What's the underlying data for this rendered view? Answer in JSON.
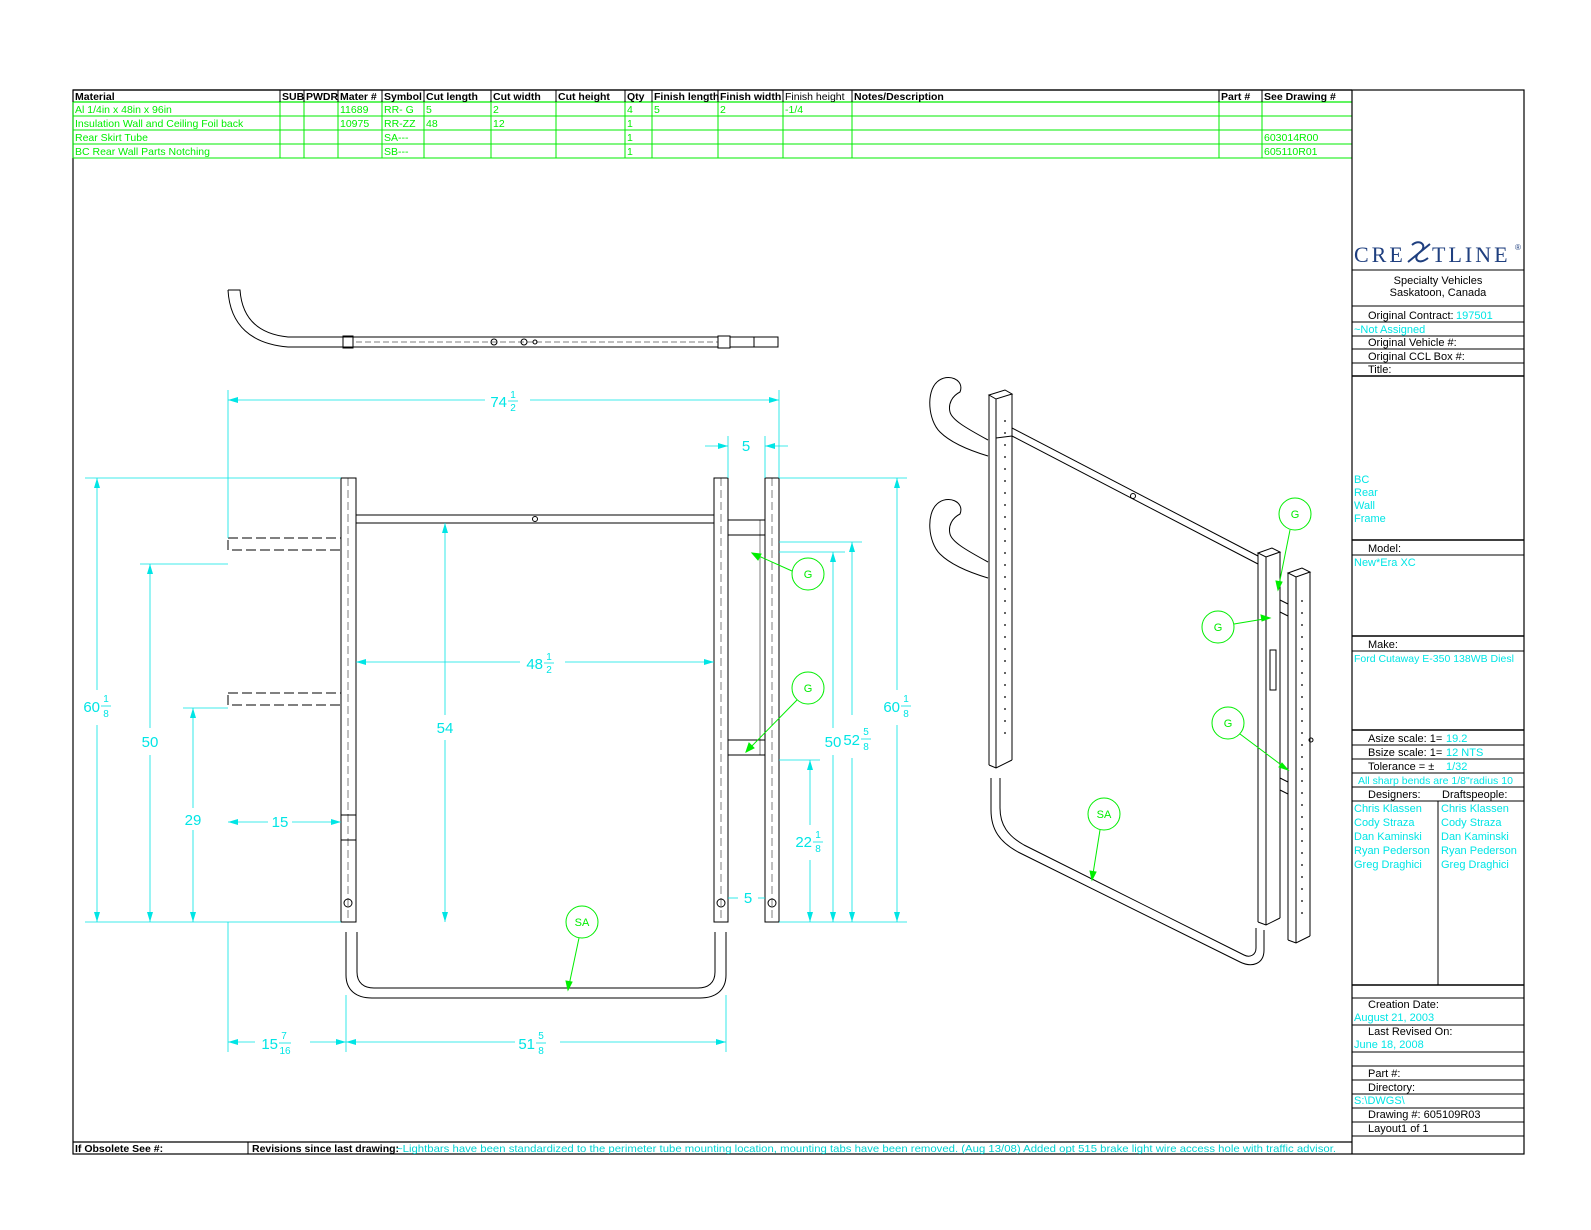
{
  "colors": {
    "line": "#000000",
    "dim": "#00e5e5",
    "green": "#00ee00",
    "cyan": "#00d0d0"
  },
  "bom": {
    "headers": [
      "Material",
      "SUB",
      "PWDR",
      "Mater #",
      "Symbol",
      "Cut length",
      "Cut width",
      "Cut height",
      "Qty",
      "Finish length",
      "Finish width",
      "Finish height",
      "Notes/Description",
      "Part #",
      "See Drawing #"
    ],
    "rows": [
      [
        "Al 1/4in x 48in x 96in",
        "",
        "",
        "11689",
        "RR- G",
        "5",
        "2",
        "",
        "4",
        "5",
        "2",
        "-1/4",
        "",
        "",
        ""
      ],
      [
        "Insulation Wall and Ceiling Foil back",
        "",
        "",
        "10975",
        "RR-ZZ",
        "48",
        "12",
        "",
        "1",
        "",
        "",
        "",
        "",
        "",
        ""
      ],
      [
        "Rear Skirt Tube",
        "",
        "",
        "",
        "SA---",
        "",
        "",
        "",
        "1",
        "",
        "",
        "",
        "",
        "",
        "603014R00"
      ],
      [
        "BC Rear Wall Parts Notching",
        "",
        "",
        "",
        "SB---",
        "",
        "",
        "",
        "1",
        "",
        "",
        "",
        "",
        "",
        "605110R01"
      ]
    ]
  },
  "title_block": {
    "logo_left": "CRE",
    "logo_right": "TLINE",
    "logo_reg": "®",
    "company_line1": "Specialty Vehicles",
    "company_line2": "Saskatoon, Canada",
    "original_contract_label": "Original Contract:",
    "original_contract_value": "197501",
    "not_assigned": "~Not Assigned",
    "original_vehicle_label": "Original Vehicle #:",
    "original_ccl_label": "Original CCL Box #:",
    "title_label": "Title:",
    "title_lines": [
      "BC",
      "Rear",
      "Wall",
      "Frame"
    ],
    "model_label": "Model:",
    "model_value": "New*Era XC",
    "make_label": "Make:",
    "make_value": "Ford Cutaway E-350 138WB Diesl",
    "asize_label": "Asize scale:  1=",
    "asize_value": "19.2",
    "bsize_label": "Bsize scale:  1=",
    "bsize_value": "12 NTS",
    "tolerance_label": "Tolerance = ±",
    "tolerance_value": "1/32",
    "sharp_bends": "All sharp bends are 1/8\"radius 10",
    "designers_label": "Designers:",
    "draftspeople_label": "Draftspeople:",
    "designers": [
      "Chris Klassen",
      "Cody Straza",
      "Dan Kaminski",
      "Ryan Pederson",
      "Greg Draghici"
    ],
    "draftspeople": [
      "Chris Klassen",
      "Cody Straza",
      "Dan Kaminski",
      "Ryan Pederson",
      "Greg Draghici"
    ],
    "creation_label": "Creation Date:",
    "creation_value": "August 21, 2003",
    "revised_label": "Last Revised On:",
    "revised_value": "June 18, 2008",
    "part_label": "Part #:",
    "directory_label": "Directory:",
    "directory_value": "S:\\DWGS\\",
    "drawing_label": "Drawing #: 605109R03",
    "layout_label": "Layout1 of 1"
  },
  "footer": {
    "obsolete_label": "If Obsolete See #:",
    "revisions_label": "Revisions since last drawing:",
    "revisions_text": "~Lightbars have been standardized to the perimeter tube mounting location, mounting tabs have been removed. (Aug 13/08) Added opt 515 brake light wire access hole with traffic advisor."
  },
  "dimensions": {
    "overall_width": "74",
    "overall_width_frac": [
      "1",
      "2"
    ],
    "top_right_gap": "5",
    "inner_width": "48",
    "inner_width_frac": [
      "1",
      "2"
    ],
    "left_height": "60",
    "left_height_frac": [
      "1",
      "8"
    ],
    "left_50": "50",
    "left_29": "29",
    "left_15": "15",
    "center_54": "54",
    "right_50": "50",
    "right_52": "52",
    "right_52_frac": [
      "5",
      "8"
    ],
    "right_height": "60",
    "right_height_frac": [
      "1",
      "8"
    ],
    "right_22": "22",
    "right_22_frac": [
      "1",
      "8"
    ],
    "bottom_gap": "5",
    "bottom_left": "15",
    "bottom_left_frac": [
      "7",
      "16"
    ],
    "bottom_width": "51",
    "bottom_width_frac": [
      "5",
      "8"
    ]
  },
  "callouts": {
    "g": "G",
    "sa": "SA"
  }
}
